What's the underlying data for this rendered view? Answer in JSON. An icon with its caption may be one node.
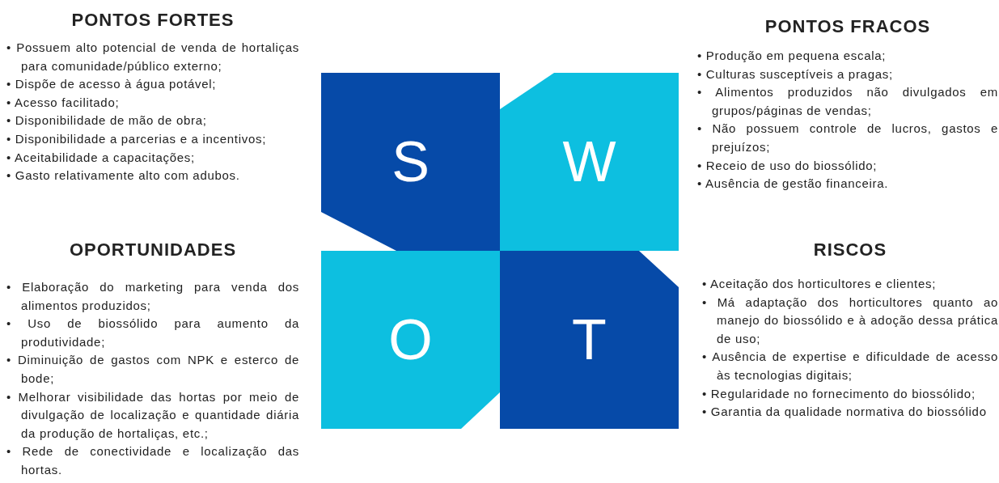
{
  "diagram": {
    "nodes": [
      {
        "text": [
          "S"
        ],
        "beside": [
          "PONTOS FORTES",
          "• Possuem alto potencial de venda de hortaliças para comunidade/público externo;",
          "• Dispõe de acesso à água potável;",
          "• Acesso facilitado;",
          "• Disponibilidade de mão de obra;",
          "• Disponibilidade a parcerias e a incentivos;",
          "• Aceitabilidade a capacitações;",
          "• Gasto relativamente alto com adubos."
        ]
      },
      {
        "text": [
          "W"
        ],
        "beside": [
          "PONTOS FRACOS",
          "• Produção em pequena escala;",
          "• Culturas susceptíveis a pragas;",
          "• Alimentos produzidos não divulgados em grupos/páginas de vendas;",
          "• Não possuem controle de lucros, gastos e prejuízos;",
          "• Receio de uso do biossólido;",
          "• Ausência de gestão financeira."
        ]
      },
      {
        "text": [
          "O"
        ],
        "beside": [
          "OPORTUNIDADES",
          "• Elaboração do marketing para venda dos alimentos produzidos;",
          "• Uso de biossólido para aumento da produtividade;",
          "• Diminuição de gastos com NPK e esterco de bode;",
          "• Melhorar visibilidade das hortas por meio de divulgação de localização e quantidade diária da produção de hortaliças, etc.;",
          "• Rede de conectividade e localização das hortas."
        ]
      },
      {
        "text": [
          "T"
        ],
        "beside": [
          "RISCOS",
          "• Aceitação dos horticultores e clientes;",
          "• Má adaptação dos horticultores quanto ao manejo do biossólido e à adoção dessa prática de uso;",
          "• Ausência de expertise e dificuldade de acesso às tecnologias digitais;",
          "• Regularidade no fornecimento do biossólido;",
          "• Garantia da qualidade normativa do biossólido"
        ]
      }
    ]
  }
}
